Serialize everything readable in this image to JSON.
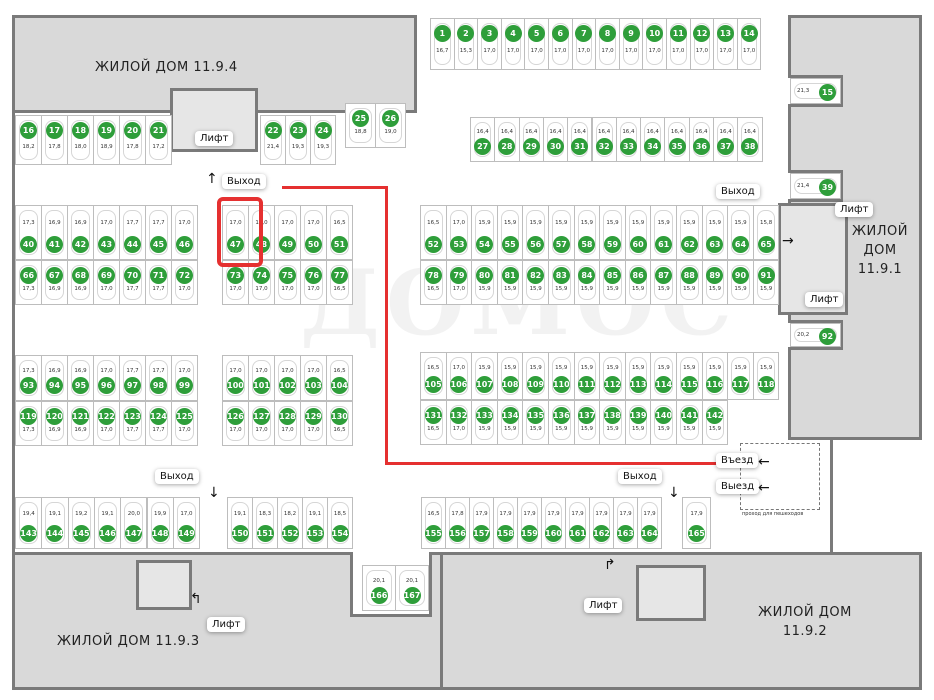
{
  "buildings": {
    "b4": "ЖИЛОЙ ДОМ 11.9.4",
    "b1_line1": "ЖИЛОЙ",
    "b1_line2": "ДОМ",
    "b1_line3": "11.9.1",
    "b3": "ЖИЛОЙ ДОМ 11.9.3",
    "b2_line1": "ЖИЛОЙ ДОМ",
    "b2_line2": "11.9.2"
  },
  "labels": {
    "lift": "Лифт",
    "exit_walk": "Выход",
    "entry": "Въезд",
    "exit_car": "Выезд",
    "pedestrian": "проход для пешеходов"
  },
  "watermark": "ДОМОС",
  "highlight": {
    "spot": "47",
    "color": "#e53030"
  },
  "colors": {
    "spot_badge": "#2e9e3a",
    "building": "#d9d9d9",
    "wall": "#7a7a7a"
  },
  "groups": [
    {
      "id": "g1",
      "spots": [
        {
          "n": "1",
          "a": "16,7"
        },
        {
          "n": "2",
          "a": "15,3"
        },
        {
          "n": "3",
          "a": "17,0"
        },
        {
          "n": "4",
          "a": "17,0"
        },
        {
          "n": "5",
          "a": "17,0"
        },
        {
          "n": "6",
          "a": "17,0"
        },
        {
          "n": "7",
          "a": "17,0"
        },
        {
          "n": "8",
          "a": "17,0"
        },
        {
          "n": "9",
          "a": "17,0"
        },
        {
          "n": "10",
          "a": "17,0"
        },
        {
          "n": "11",
          "a": "17,0"
        },
        {
          "n": "12",
          "a": "17,0"
        },
        {
          "n": "13",
          "a": "17,0"
        },
        {
          "n": "14",
          "a": "17,0"
        }
      ]
    },
    {
      "id": "g27",
      "spots": [
        {
          "n": "27",
          "a": "16,4"
        },
        {
          "n": "28",
          "a": "16,4"
        },
        {
          "n": "29",
          "a": "16,4"
        },
        {
          "n": "30",
          "a": "16,4"
        },
        {
          "n": "31",
          "a": "16,4"
        },
        {
          "n": "32",
          "a": "16,4"
        },
        {
          "n": "33",
          "a": "16,4"
        },
        {
          "n": "34",
          "a": "16,4"
        },
        {
          "n": "35",
          "a": "16,4"
        },
        {
          "n": "36",
          "a": "16,4"
        },
        {
          "n": "37",
          "a": "16,4"
        },
        {
          "n": "38",
          "a": "16,4"
        }
      ]
    },
    {
      "id": "g16",
      "spots": [
        {
          "n": "16",
          "a": "18,2"
        },
        {
          "n": "17",
          "a": "17,8"
        },
        {
          "n": "18",
          "a": "18,0"
        },
        {
          "n": "19",
          "a": "18,9"
        },
        {
          "n": "20",
          "a": "17,8"
        },
        {
          "n": "21",
          "a": "17,2"
        }
      ]
    },
    {
      "id": "g22",
      "spots": [
        {
          "n": "22",
          "a": "21,4"
        },
        {
          "n": "23",
          "a": "19,3"
        },
        {
          "n": "24",
          "a": "19,3"
        }
      ]
    },
    {
      "id": "g25",
      "spots": [
        {
          "n": "25",
          "a": "18,8"
        },
        {
          "n": "26",
          "a": "19,0"
        }
      ]
    },
    {
      "id": "g15",
      "spots": [
        {
          "n": "15",
          "a": "21,3"
        }
      ]
    },
    {
      "id": "g39",
      "spots": [
        {
          "n": "39",
          "a": "21,4"
        }
      ]
    },
    {
      "id": "g92",
      "spots": [
        {
          "n": "92",
          "a": "20,2"
        }
      ]
    },
    {
      "id": "g40",
      "spots": [
        {
          "n": "40",
          "a": "17,3"
        },
        {
          "n": "41",
          "a": "16,9"
        },
        {
          "n": "42",
          "a": "16,9"
        },
        {
          "n": "43",
          "a": "17,0"
        },
        {
          "n": "44",
          "a": "17,7"
        },
        {
          "n": "45",
          "a": "17,7"
        },
        {
          "n": "46",
          "a": "17,0"
        }
      ]
    },
    {
      "id": "g66",
      "spots": [
        {
          "n": "66",
          "a": "17,3"
        },
        {
          "n": "67",
          "a": "16,9"
        },
        {
          "n": "68",
          "a": "16,9"
        },
        {
          "n": "69",
          "a": "17,0"
        },
        {
          "n": "70",
          "a": "17,7"
        },
        {
          "n": "71",
          "a": "17,7"
        },
        {
          "n": "72",
          "a": "17,0"
        }
      ]
    },
    {
      "id": "g47",
      "spots": [
        {
          "n": "47",
          "a": "17,0"
        },
        {
          "n": "48",
          "a": "17,0"
        },
        {
          "n": "49",
          "a": "17,0"
        },
        {
          "n": "50",
          "a": "17,0"
        },
        {
          "n": "51",
          "a": "16,5"
        }
      ]
    },
    {
      "id": "g73",
      "spots": [
        {
          "n": "73",
          "a": "17,0"
        },
        {
          "n": "74",
          "a": "17,0"
        },
        {
          "n": "75",
          "a": "17,0"
        },
        {
          "n": "76",
          "a": "17,0"
        },
        {
          "n": "77",
          "a": "16,5"
        }
      ]
    },
    {
      "id": "g93",
      "spots": [
        {
          "n": "93",
          "a": "17,3"
        },
        {
          "n": "94",
          "a": "16,9"
        },
        {
          "n": "95",
          "a": "16,9"
        },
        {
          "n": "96",
          "a": "17,0"
        },
        {
          "n": "97",
          "a": "17,7"
        },
        {
          "n": "98",
          "a": "17,7"
        },
        {
          "n": "99",
          "a": "17,0"
        }
      ]
    },
    {
      "id": "g119",
      "spots": [
        {
          "n": "119",
          "a": "17,3"
        },
        {
          "n": "120",
          "a": "16,9"
        },
        {
          "n": "121",
          "a": "16,9"
        },
        {
          "n": "122",
          "a": "17,0"
        },
        {
          "n": "123",
          "a": "17,7"
        },
        {
          "n": "124",
          "a": "17,7"
        },
        {
          "n": "125",
          "a": "17,0"
        }
      ]
    },
    {
      "id": "g100",
      "spots": [
        {
          "n": "100",
          "a": "17,0"
        },
        {
          "n": "101",
          "a": "17,0"
        },
        {
          "n": "102",
          "a": "17,0"
        },
        {
          "n": "103",
          "a": "17,0"
        },
        {
          "n": "104",
          "a": "16,5"
        }
      ]
    },
    {
      "id": "g126",
      "spots": [
        {
          "n": "126",
          "a": "17,0"
        },
        {
          "n": "127",
          "a": "17,0"
        },
        {
          "n": "128",
          "a": "17,0"
        },
        {
          "n": "129",
          "a": "17,0"
        },
        {
          "n": "130",
          "a": "16,5"
        }
      ]
    },
    {
      "id": "g52",
      "spots": [
        {
          "n": "52",
          "a": "16,5"
        },
        {
          "n": "53",
          "a": "17,0"
        },
        {
          "n": "54",
          "a": "15,9"
        },
        {
          "n": "55",
          "a": "15,9"
        },
        {
          "n": "56",
          "a": "15,9"
        },
        {
          "n": "57",
          "a": "15,9"
        },
        {
          "n": "58",
          "a": "15,9"
        },
        {
          "n": "59",
          "a": "15,9"
        },
        {
          "n": "60",
          "a": "15,9"
        },
        {
          "n": "61",
          "a": "15,9"
        },
        {
          "n": "62",
          "a": "15,9"
        },
        {
          "n": "63",
          "a": "15,9"
        },
        {
          "n": "64",
          "a": "15,9"
        },
        {
          "n": "65",
          "a": "15,8"
        }
      ]
    },
    {
      "id": "g78",
      "spots": [
        {
          "n": "78",
          "a": "16,5"
        },
        {
          "n": "79",
          "a": "17,0"
        },
        {
          "n": "80",
          "a": "15,9"
        },
        {
          "n": "81",
          "a": "15,9"
        },
        {
          "n": "82",
          "a": "15,9"
        },
        {
          "n": "83",
          "a": "15,9"
        },
        {
          "n": "84",
          "a": "15,9"
        },
        {
          "n": "85",
          "a": "15,9"
        },
        {
          "n": "86",
          "a": "15,9"
        },
        {
          "n": "87",
          "a": "15,9"
        },
        {
          "n": "88",
          "a": "15,9"
        },
        {
          "n": "89",
          "a": "15,9"
        },
        {
          "n": "90",
          "a": "15,9"
        },
        {
          "n": "91",
          "a": "15,9"
        }
      ]
    },
    {
      "id": "g105",
      "spots": [
        {
          "n": "105",
          "a": "16,5"
        },
        {
          "n": "106",
          "a": "17,0"
        },
        {
          "n": "107",
          "a": "15,9"
        },
        {
          "n": "108",
          "a": "15,9"
        },
        {
          "n": "109",
          "a": "15,9"
        },
        {
          "n": "110",
          "a": "15,9"
        },
        {
          "n": "111",
          "a": "15,9"
        },
        {
          "n": "112",
          "a": "15,9"
        },
        {
          "n": "113",
          "a": "15,9"
        },
        {
          "n": "114",
          "a": "15,9"
        },
        {
          "n": "115",
          "a": "15,9"
        },
        {
          "n": "116",
          "a": "15,9"
        },
        {
          "n": "117",
          "a": "15,9"
        },
        {
          "n": "118",
          "a": "15,9"
        }
      ]
    },
    {
      "id": "g131",
      "spots": [
        {
          "n": "131",
          "a": "16,5"
        },
        {
          "n": "132",
          "a": "17,0"
        },
        {
          "n": "133",
          "a": "15,9"
        },
        {
          "n": "134",
          "a": "15,9"
        },
        {
          "n": "135",
          "a": "15,9"
        },
        {
          "n": "136",
          "a": "15,9"
        },
        {
          "n": "137",
          "a": "15,9"
        },
        {
          "n": "138",
          "a": "15,9"
        },
        {
          "n": "139",
          "a": "15,9"
        },
        {
          "n": "140",
          "a": "15,9"
        },
        {
          "n": "141",
          "a": "15,9"
        },
        {
          "n": "142",
          "a": "15,9"
        }
      ]
    },
    {
      "id": "g143",
      "spots": [
        {
          "n": "143",
          "a": "19,4"
        },
        {
          "n": "144",
          "a": "19,1"
        },
        {
          "n": "145",
          "a": "19,2"
        },
        {
          "n": "146",
          "a": "19,1"
        },
        {
          "n": "147",
          "a": "20,0"
        },
        {
          "n": "148",
          "a": "19,9"
        },
        {
          "n": "149",
          "a": "17,0"
        }
      ]
    },
    {
      "id": "g150",
      "spots": [
        {
          "n": "150",
          "a": "19,1"
        },
        {
          "n": "151",
          "a": "18,3"
        },
        {
          "n": "152",
          "a": "18,2"
        },
        {
          "n": "153",
          "a": "19,1"
        },
        {
          "n": "154",
          "a": "18,5"
        }
      ]
    },
    {
      "id": "g155",
      "spots": [
        {
          "n": "155",
          "a": "16,5"
        },
        {
          "n": "156",
          "a": "17,8"
        },
        {
          "n": "157",
          "a": "17,9"
        },
        {
          "n": "158",
          "a": "17,9"
        },
        {
          "n": "159",
          "a": "17,9"
        },
        {
          "n": "160",
          "a": "17,9"
        },
        {
          "n": "161",
          "a": "17,9"
        },
        {
          "n": "162",
          "a": "17,9"
        },
        {
          "n": "163",
          "a": "17,9"
        },
        {
          "n": "164",
          "a": "17,9"
        }
      ]
    },
    {
      "id": "g165",
      "spots": [
        {
          "n": "165",
          "a": "17,9"
        }
      ]
    },
    {
      "id": "g166",
      "spots": [
        {
          "n": "166",
          "a": "20,1"
        },
        {
          "n": "167",
          "a": "20,1"
        }
      ]
    }
  ]
}
